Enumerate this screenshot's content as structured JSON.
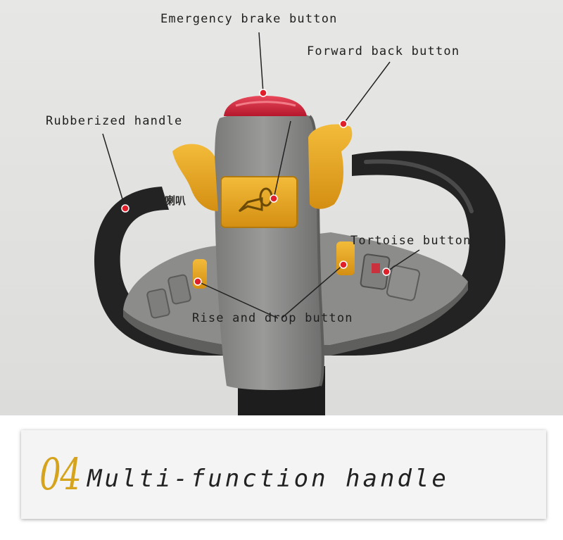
{
  "callouts": {
    "emergency_brake": "Emergency brake button",
    "forward_back": "Forward back button",
    "rubberized_handle": "Rubberized handle",
    "tortoise": "Tortoise button",
    "rise_drop": "Rise and drop button"
  },
  "horn_label": "喇叭",
  "caption": {
    "number": "04",
    "title": "Multi-function handle"
  },
  "colors": {
    "background": "#e4e4e2",
    "body_gray": "#8a8a89",
    "accent_yellow": "#e8a622",
    "brake_red": "#d3253a",
    "grip_black": "#222222",
    "marker_red": "#e01f2b",
    "caption_gold": "#d6a31c"
  }
}
